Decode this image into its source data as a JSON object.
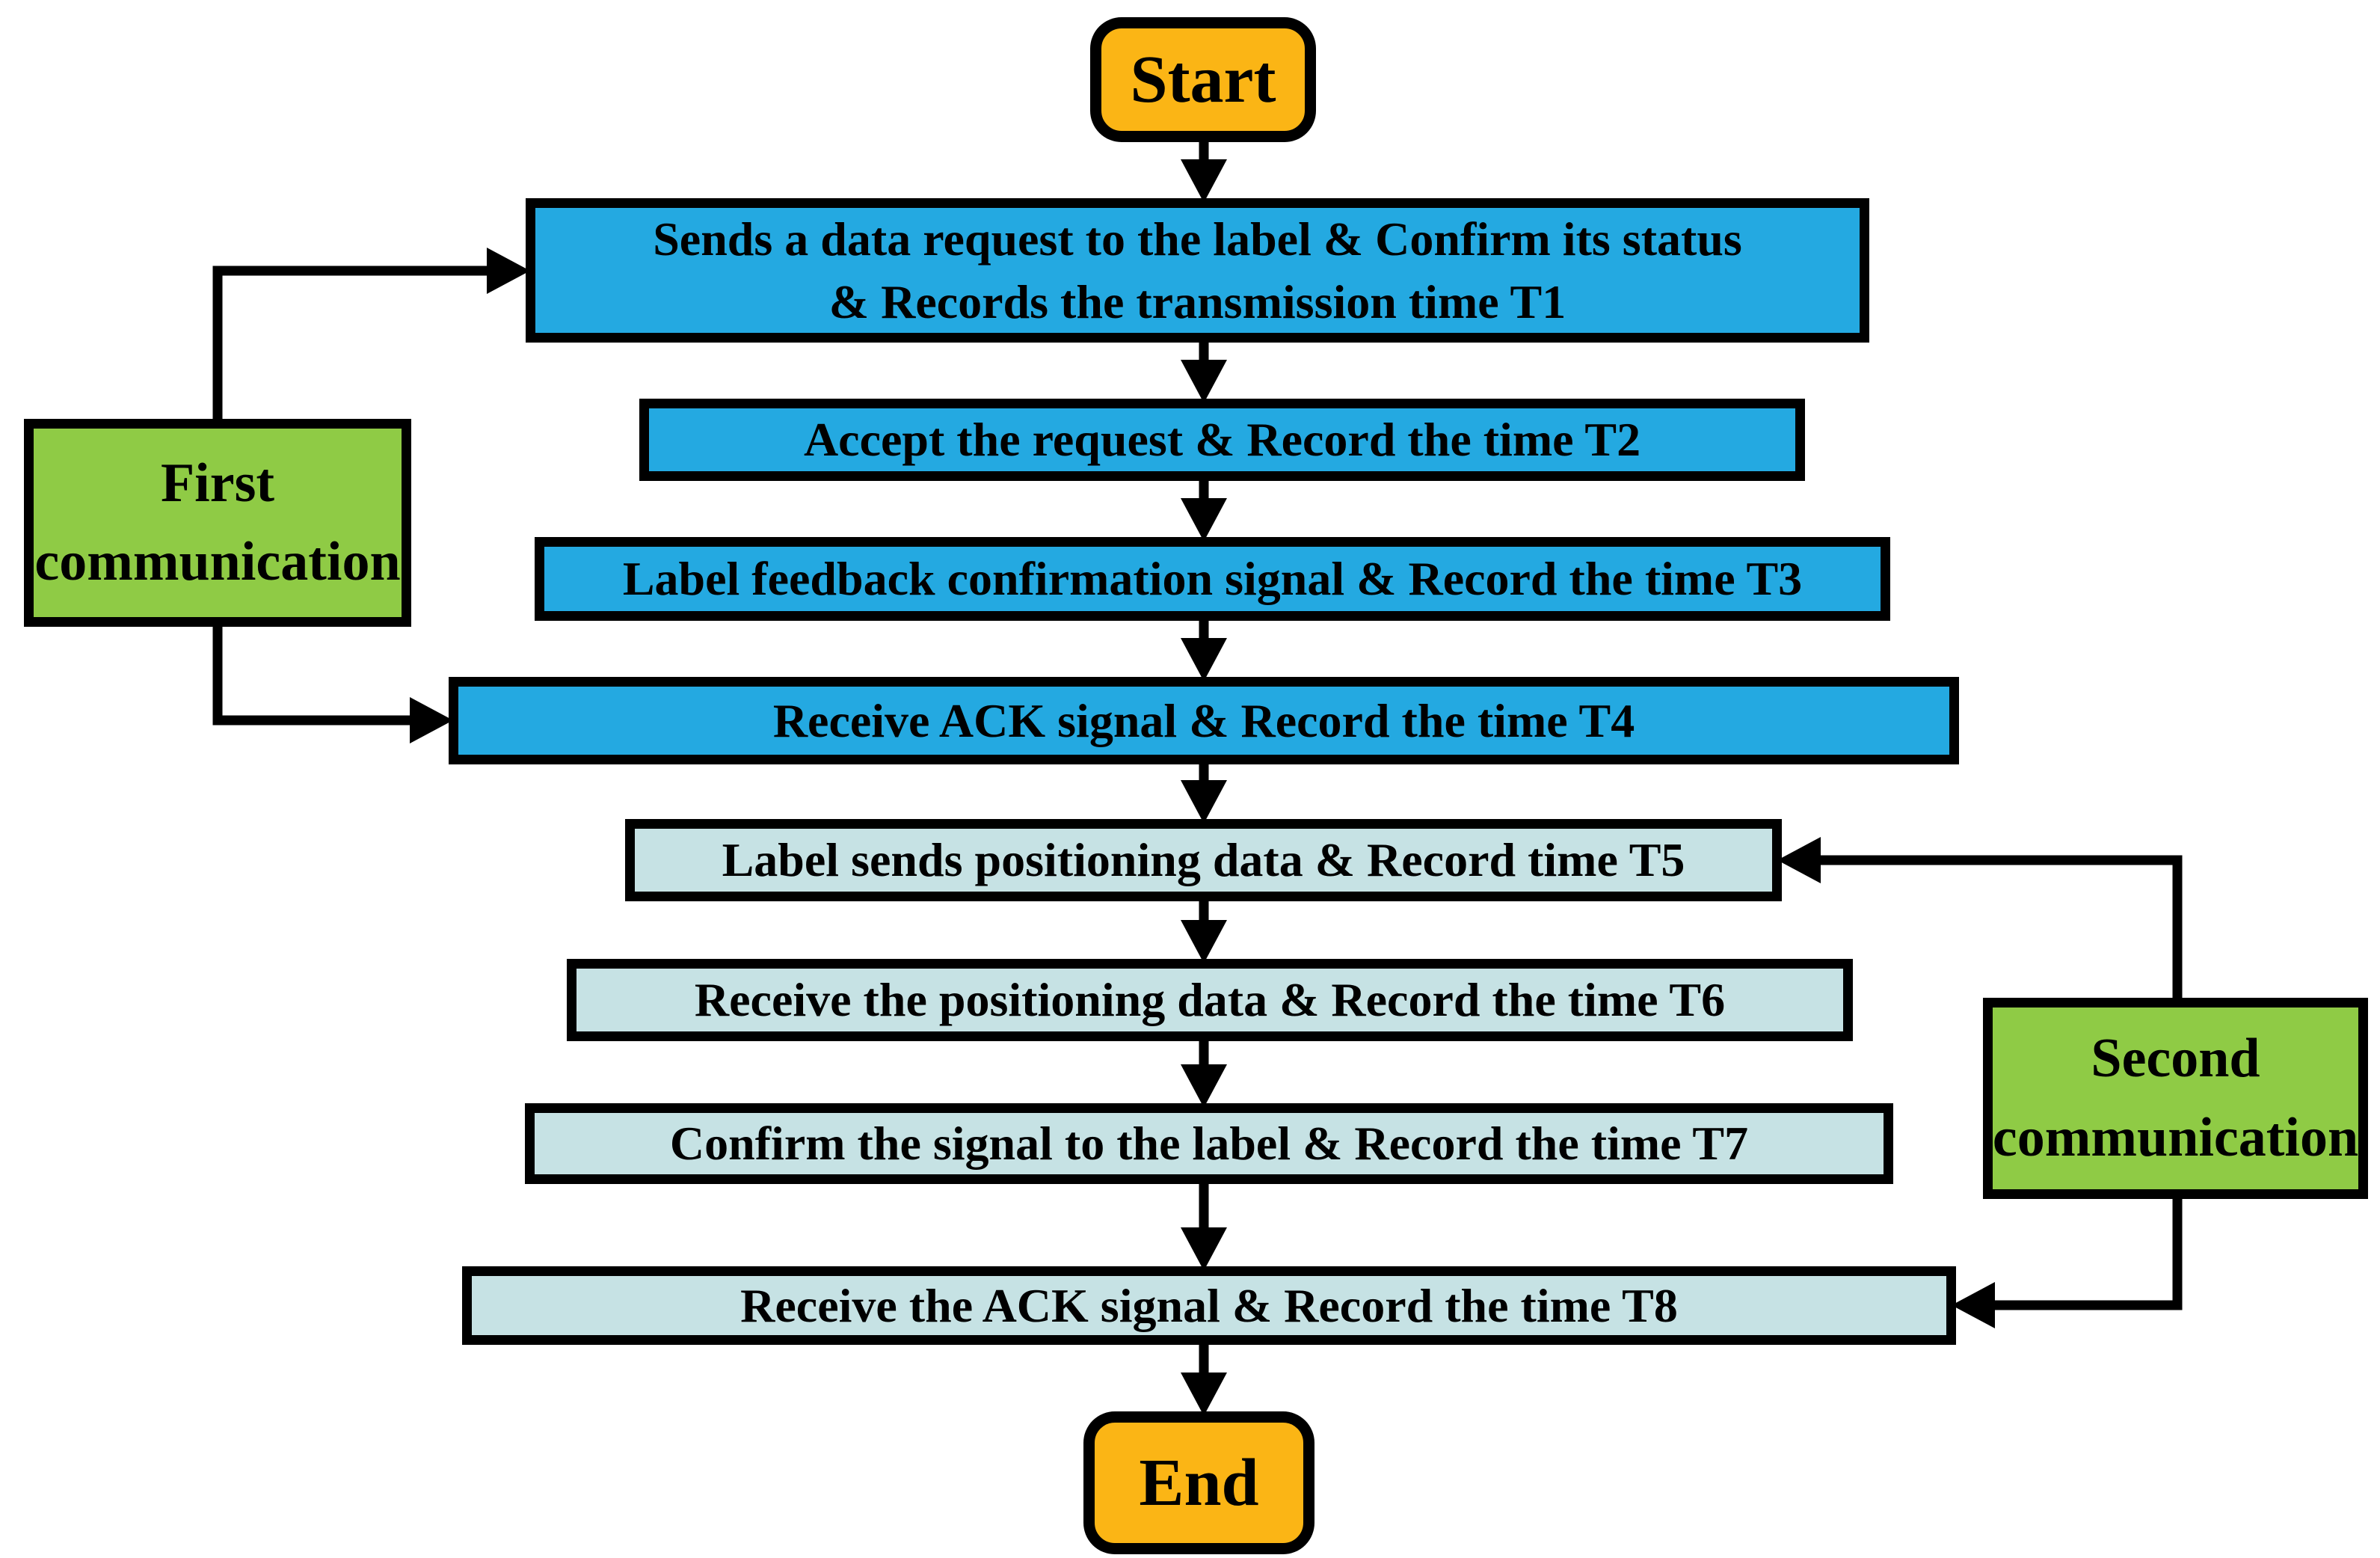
{
  "flowchart": {
    "terminals": {
      "start": "Start",
      "end": "End"
    },
    "loops": [
      {
        "id": "first",
        "label_lines": [
          "First",
          "communication"
        ]
      },
      {
        "id": "second",
        "label_lines": [
          "Second",
          "communication"
        ]
      }
    ],
    "steps": [
      {
        "id": "t1",
        "phase": "first",
        "lines": [
          "Sends a data request to the label & Confirm its status",
          "& Records the transmission time T1"
        ]
      },
      {
        "id": "t2",
        "phase": "first",
        "lines": [
          "Accept the request & Record the time T2"
        ]
      },
      {
        "id": "t3",
        "phase": "first",
        "lines": [
          "Label feedback confirmation signal & Record the time T3"
        ]
      },
      {
        "id": "t4",
        "phase": "first",
        "lines": [
          "Receive ACK signal & Record the time T4"
        ]
      },
      {
        "id": "t5",
        "phase": "second",
        "lines": [
          "Label sends positioning data & Record time T5"
        ]
      },
      {
        "id": "t6",
        "phase": "second",
        "lines": [
          "Receive the positioning data & Record the time T6"
        ]
      },
      {
        "id": "t7",
        "phase": "second",
        "lines": [
          "Confirm the signal to the label & Record the time T7"
        ]
      },
      {
        "id": "t8",
        "phase": "second",
        "lines": [
          "Receive the ACK signal & Record the time T8"
        ]
      }
    ],
    "colors": {
      "first_phase_fill": "#24A9E1",
      "second_phase_fill": "#C6E2E4",
      "loop_label_fill": "#8FCB45",
      "terminal_fill": "#FBB515",
      "line_color": "#000000"
    }
  }
}
